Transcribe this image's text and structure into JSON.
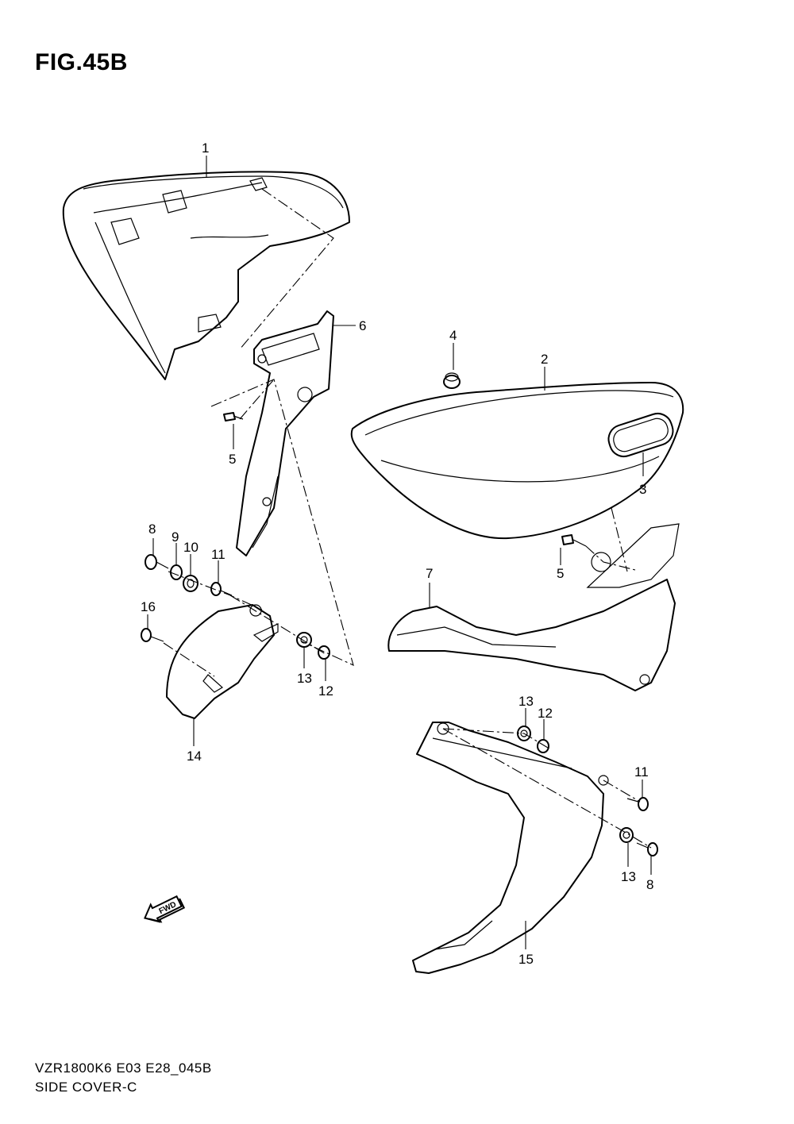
{
  "figure": {
    "title": "FIG.45B"
  },
  "footer": {
    "model_code": "VZR1800K6 E03 E28_045B",
    "caption": "SIDE COVER-C"
  },
  "fwd_icon": {
    "label": "FWD"
  },
  "callouts": {
    "c1": "1",
    "c2": "2",
    "c3": "3",
    "c4": "4",
    "c5a": "5",
    "c5b": "5",
    "c6": "6",
    "c7": "7",
    "c8a": "8",
    "c8b": "8",
    "c9": "9",
    "c10": "10",
    "c11a": "11",
    "c11b": "11",
    "c12a": "12",
    "c12b": "12",
    "c13a": "13",
    "c13b": "13",
    "c13c": "13",
    "c14": "14",
    "c15": "15",
    "c16": "16"
  }
}
